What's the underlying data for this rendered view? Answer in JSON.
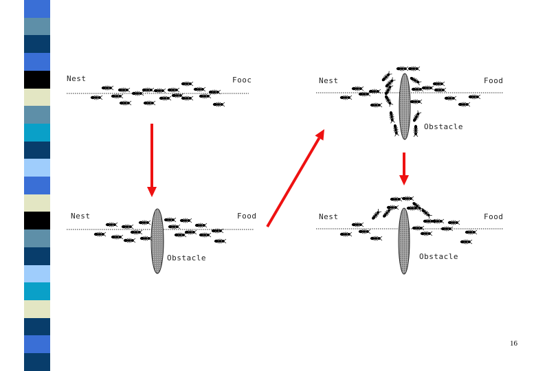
{
  "panels": [
    {
      "nest": "Nest",
      "food": "Fooc",
      "obstacle": ""
    },
    {
      "nest": "Nest",
      "food": "Food",
      "obstacle": "Obstacle"
    },
    {
      "nest": "Nest",
      "food": "Food",
      "obstacle": "Obstacle"
    },
    {
      "nest": "Nest",
      "food": "Food",
      "obstacle": "Obstacle"
    }
  ],
  "page_number": "16",
  "colors": {
    "arrow": "#ee1111",
    "ant": "#000000",
    "trail": "#555555",
    "obstacle_fill": "#aaaaaa",
    "stripe": [
      "#3a6fd6",
      "#5e8fa8",
      "#083d6b",
      "#3a6fd6",
      "#000000",
      "#e3e6c3",
      "#5e8fa8",
      "#0aa0c8",
      "#083d6b",
      "#9fcdfc",
      "#3a6fd6",
      "#e3e6c3",
      "#000000",
      "#5e8fa8",
      "#083d6b",
      "#9fcdfc",
      "#0aa0c8",
      "#e3e6c3",
      "#083d6b",
      "#3a6fd6",
      "#083d6b"
    ]
  }
}
